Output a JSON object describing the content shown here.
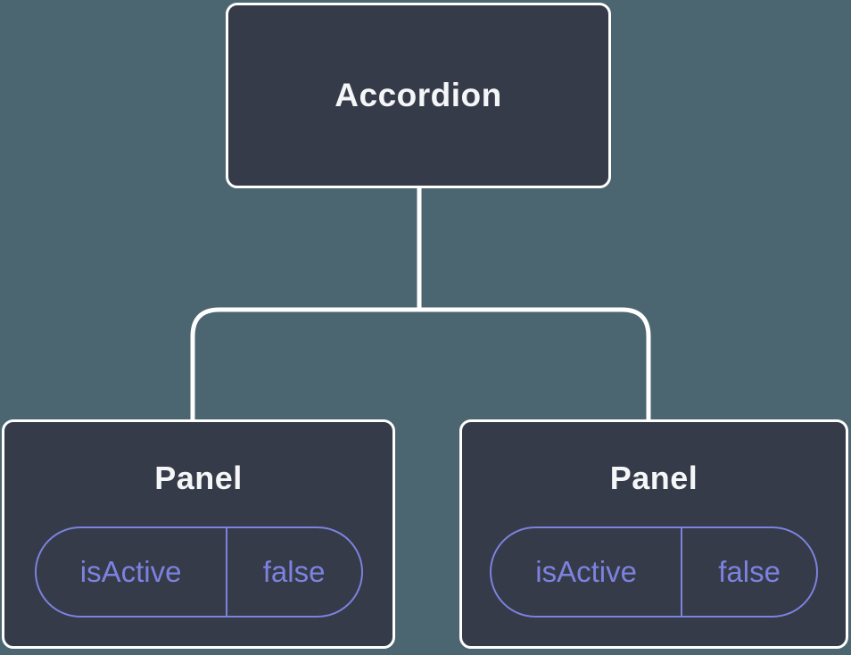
{
  "colors": {
    "background": "#4b6670",
    "node_fill": "#353b48",
    "node_border": "#ffffff",
    "node_text": "#f5f6f8",
    "connector": "#ffffff",
    "state_accent": "#7c82de"
  },
  "tree": {
    "root": {
      "label": "Accordion"
    },
    "children": [
      {
        "label": "Panel",
        "props": [
          {
            "key": "isActive",
            "value": "false"
          }
        ]
      },
      {
        "label": "Panel",
        "props": [
          {
            "key": "isActive",
            "value": "false"
          }
        ]
      }
    ]
  }
}
